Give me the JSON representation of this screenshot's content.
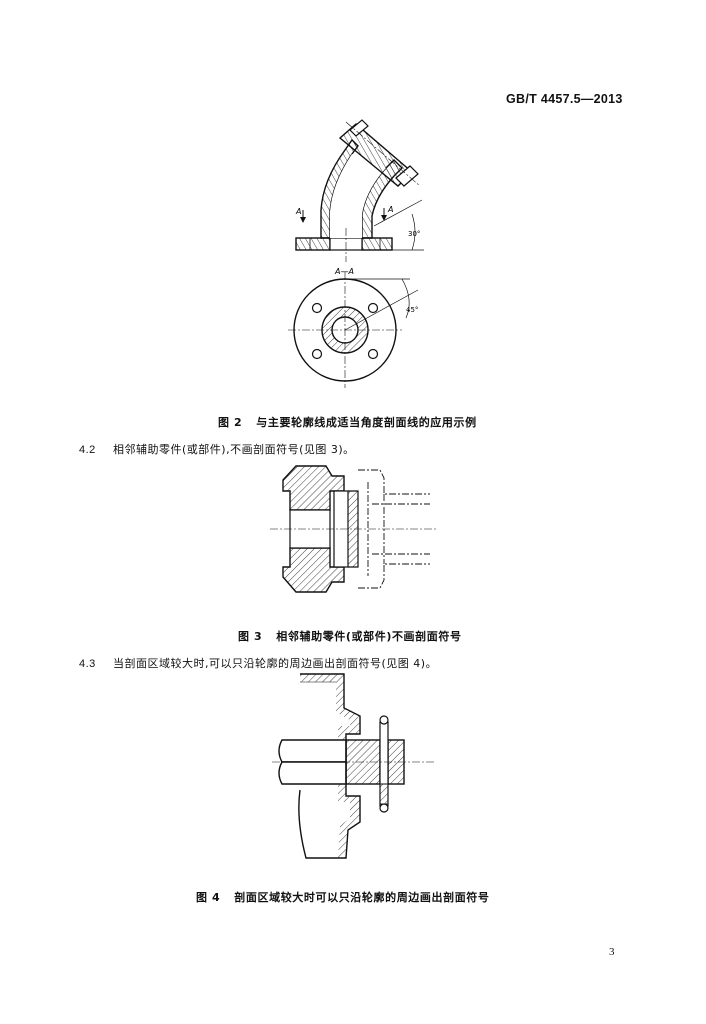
{
  "header": {
    "standard_number": "GB/T 4457.5—2013"
  },
  "figure2": {
    "section_label": "A—A",
    "marker_left": "A",
    "marker_right": "A",
    "angle_top": "30°",
    "angle_bottom": "45°",
    "caption_number": "图 2",
    "caption_text": "与主要轮廓线成适当角度剖面线的应用示例"
  },
  "clause_4_2": {
    "number": "4.2",
    "text": "相邻辅助零件(或部件),不画剖面符号(见图 3)。"
  },
  "figure3": {
    "caption_number": "图 3",
    "caption_text": "相邻辅助零件(或部件)不画剖面符号"
  },
  "clause_4_3": {
    "number": "4.3",
    "text": "当剖面区域较大时,可以只沿轮廓的周边画出剖面符号(见图 4)。"
  },
  "figure4": {
    "caption_number": "图 4",
    "caption_text": "剖面区域较大时可以只沿轮廓的周边画出剖面符号"
  },
  "footer": {
    "page_number": "3"
  }
}
